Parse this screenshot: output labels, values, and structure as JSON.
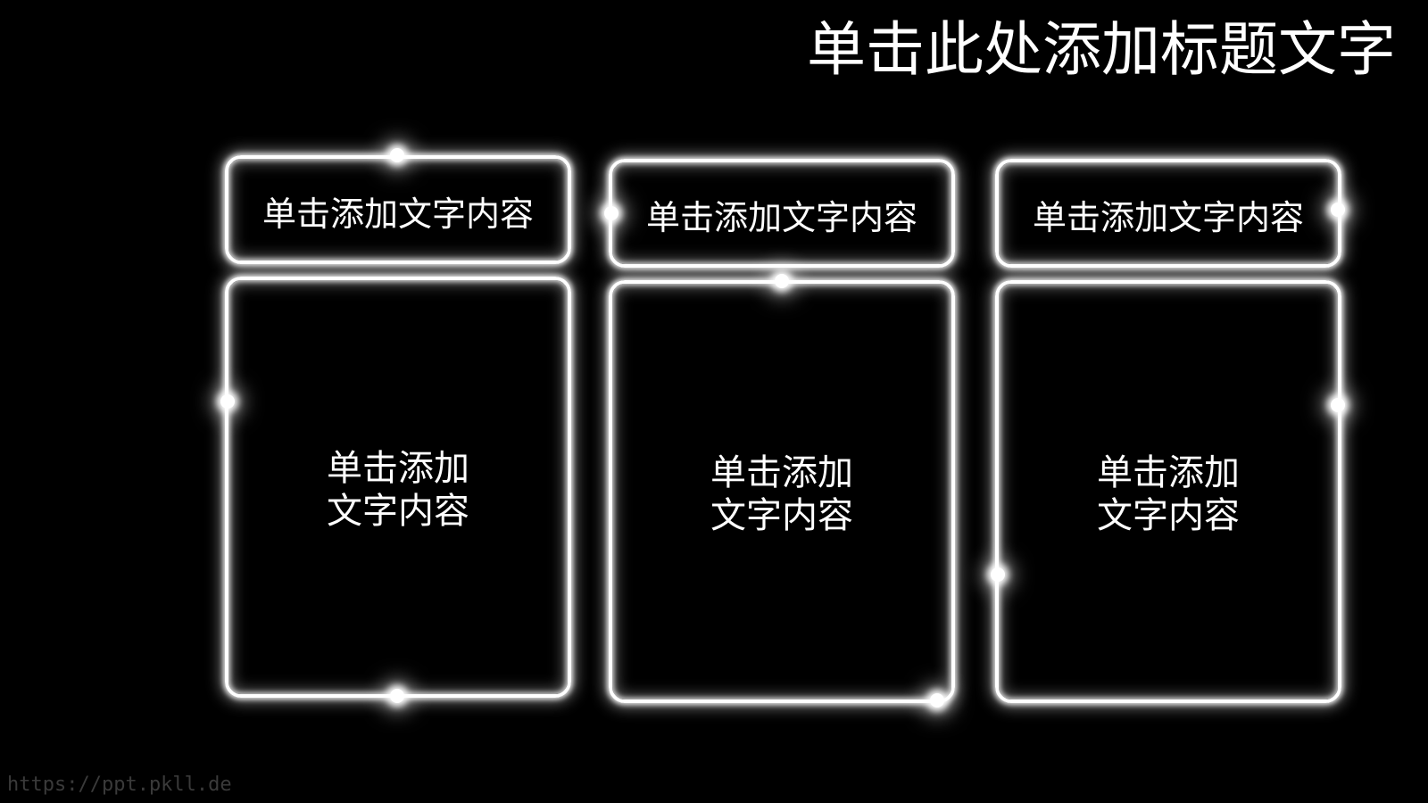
{
  "slide": {
    "title": "单击此处添加标题文字",
    "watermark": "https://ppt.pkll.de"
  },
  "columns": [
    {
      "header": "单击添加文字内容",
      "body_line1": "单击添加",
      "body_line2": "文字内容"
    },
    {
      "header": "单击添加文字内容",
      "body_line1": "单击添加",
      "body_line2": "文字内容"
    },
    {
      "header": "单击添加文字内容",
      "body_line1": "单击添加",
      "body_line2": "文字内容"
    }
  ],
  "colors": {
    "background": "#000000",
    "neon": "#ffffff",
    "text": "#ffffff"
  }
}
